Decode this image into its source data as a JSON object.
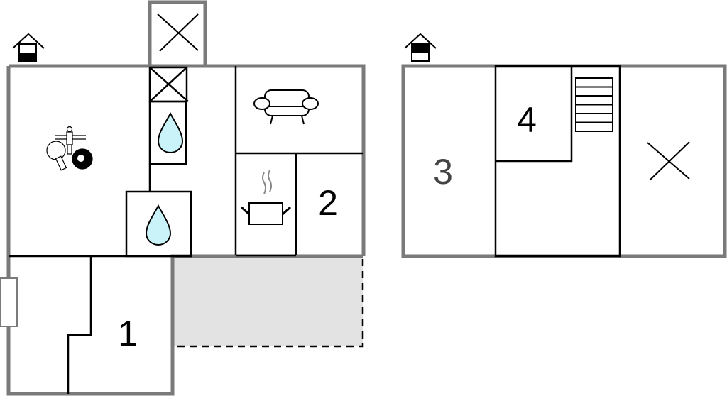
{
  "colors": {
    "wall": "#7a7a7a",
    "inner": "#000000",
    "terrace": "#e3e3e3",
    "water": "#c9f3f8",
    "room3_label": "#444444"
  },
  "ground_floor": {
    "house_icon": "house-ground-floor-icon",
    "rooms": [
      {
        "label": "1",
        "icon": "bedroom"
      },
      {
        "label": "2",
        "icon": "bedroom"
      }
    ],
    "icons": [
      "game-room-icon",
      "water-drop-icon",
      "water-drop-icon",
      "sofa-icon",
      "cooking-pot-icon",
      "void-cross-icon",
      "window-icon"
    ]
  },
  "upper_floor": {
    "house_icon": "house-upper-floor-icon",
    "rooms": [
      {
        "label": "3",
        "icon": "bedroom"
      },
      {
        "label": "4",
        "icon": "bedroom"
      }
    ],
    "icons": [
      "stairs-icon",
      "void-cross-icon"
    ]
  }
}
